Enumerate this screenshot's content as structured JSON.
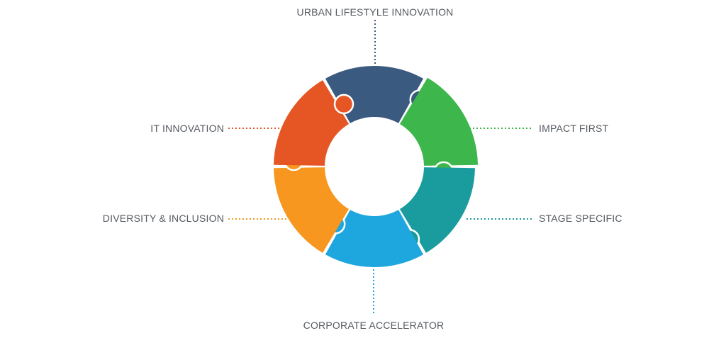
{
  "diagram": {
    "segments": [
      {
        "label": "URBAN LIFESTYLE INNOVATION",
        "color": "#3a5a80"
      },
      {
        "label": "IMPACT FIRST",
        "color": "#3db64b"
      },
      {
        "label": "STAGE SPECIFIC",
        "color": "#1a9c9e"
      },
      {
        "label": "CORPORATE ACCELERATOR",
        "color": "#1ea6de"
      },
      {
        "label": "DIVERSITY & INCLUSION",
        "color": "#f7971f"
      },
      {
        "label": "IT INNOVATION",
        "color": "#e55624"
      }
    ]
  }
}
